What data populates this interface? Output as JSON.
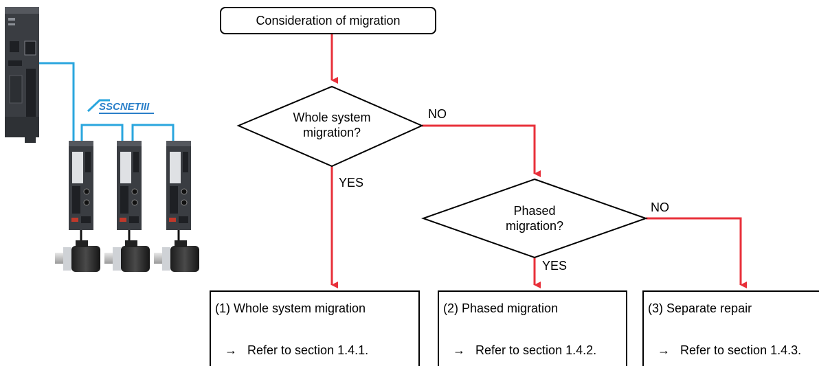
{
  "flowchart": {
    "start": "Consideration of migration",
    "decision1": {
      "line1": "Whole system",
      "line2": "migration?",
      "no_label": "NO",
      "yes_label": "YES"
    },
    "decision2": {
      "line1": "Phased",
      "line2": "migration?",
      "no_label": "NO",
      "yes_label": "YES"
    },
    "results": [
      {
        "title": "(1) Whole system migration",
        "arrow": "→",
        "ref": "Refer to section 1.4.1."
      },
      {
        "title": "(2) Phased migration",
        "arrow": "→",
        "ref": "Refer to section 1.4.2."
      },
      {
        "title": "(3) Separate repair",
        "arrow": "→",
        "ref": "Refer to section 1.4.3."
      }
    ]
  },
  "network_logo": "SSCNETIII",
  "colors": {
    "flow_arrow": "#e8303a",
    "network_cable": "#2aa6de",
    "device_body": "#3a3d42"
  }
}
